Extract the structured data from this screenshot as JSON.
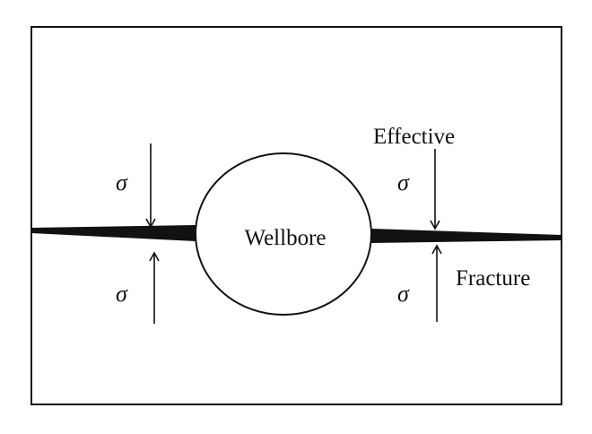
{
  "diagram": {
    "labels": {
      "wellbore": "Wellbore",
      "effective": "Effective",
      "fracture": "Fracture",
      "sigma_left_top": "σ",
      "sigma_left_bottom": "σ",
      "sigma_right_top": "σ",
      "sigma_right_bottom": "σ"
    },
    "colors": {
      "stroke": "#111111",
      "fracture_fill": "#111111",
      "background": "#ffffff"
    }
  }
}
